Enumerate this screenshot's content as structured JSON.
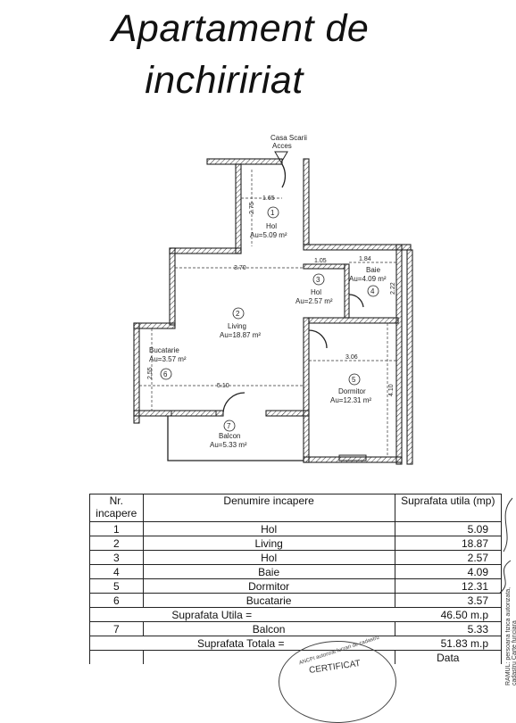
{
  "title_line1": "Apartament de",
  "title_line2": "inchiririat",
  "plan": {
    "access_label_1": "Casa Scarii",
    "access_label_2": "Acces",
    "rooms": [
      {
        "num": "1",
        "name": "Hol",
        "area": "Au=5.09 m²"
      },
      {
        "num": "2",
        "name": "Living",
        "area": "Au=18.87 m²"
      },
      {
        "num": "3",
        "name": "Hol",
        "area": "Au=2.57 m²"
      },
      {
        "num": "4",
        "name": "Baie",
        "area": "Au=4.09 m²"
      },
      {
        "num": "5",
        "name": "Dormitor",
        "area": "Au=12.31 m²"
      },
      {
        "num": "6",
        "name": "Bucatarie",
        "area": "Au=3.57 m²"
      },
      {
        "num": "7",
        "name": "Balcon",
        "area": "Au=5.33 m²"
      }
    ],
    "dimensions": {
      "d_1_65": "1.65",
      "d_2_75": "2.75",
      "d_1_05": "1.05",
      "d_1_84": "1.84",
      "d_2_22": "2.22",
      "d_3_70": "3.70",
      "d_3_06": "3.06",
      "d_4_10": "4.10",
      "d_2_55": "2.55",
      "d_5_10": "5.10"
    }
  },
  "table": {
    "headers": {
      "nr": "Nr. incapere",
      "name": "Denumire incapere",
      "area": "Suprafata utila (mp)"
    },
    "rows": [
      {
        "nr": "1",
        "name": "Hol",
        "area": "5.09"
      },
      {
        "nr": "2",
        "name": "Living",
        "area": "18.87"
      },
      {
        "nr": "3",
        "name": "Hol",
        "area": "2.57"
      },
      {
        "nr": "4",
        "name": "Baie",
        "area": "4.09"
      },
      {
        "nr": "5",
        "name": "Dormitor",
        "area": "12.31"
      },
      {
        "nr": "6",
        "name": "Bucatarie",
        "area": "3.57"
      }
    ],
    "useful_label": "Suprafata Utila =",
    "useful_value": "46.50 m.p",
    "balcony_row": {
      "nr": "7",
      "name": "Balcon",
      "area": "5.33"
    },
    "total_label": "Suprafata Totala =",
    "total_value": "51.83 m.p",
    "date_label": "Data"
  },
  "stamp": {
    "text": "CERTIFICAT",
    "top_text": "ANCPI autorizat lucrari de cadastru"
  },
  "side_text": "RAMUL: persoana fizica autorizata, cadastru Carte funciara"
}
